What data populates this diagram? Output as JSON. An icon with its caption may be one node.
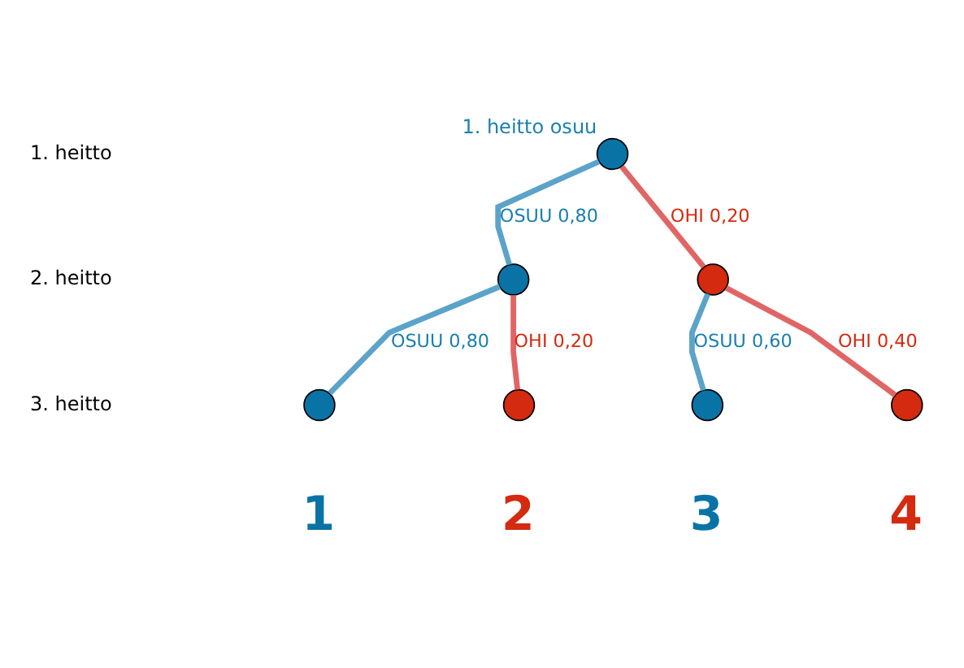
{
  "diagram": {
    "nodes": [
      {
        "text": [],
        "shape": "circle",
        "beside": [
          "1. heitto osuu"
        ]
      },
      {
        "text": [],
        "shape": "circle"
      },
      {
        "text": [],
        "shape": "circle"
      },
      {
        "text": [],
        "shape": "circle",
        "beside": [
          "1"
        ]
      },
      {
        "text": [],
        "shape": "circle",
        "beside": [
          "2"
        ]
      },
      {
        "text": [],
        "shape": "circle",
        "beside": [
          "3"
        ]
      },
      {
        "text": [],
        "shape": "circle",
        "beside": [
          "4"
        ]
      }
    ],
    "edges": [
      {
        "from": 0,
        "to": 1,
        "arrow": "none",
        "label": "OSUU 0,80",
        "color": "#5ba3c9"
      },
      {
        "from": 0,
        "to": 2,
        "arrow": "none",
        "label": "OHI 0,20",
        "color": "#e06666"
      },
      {
        "from": 1,
        "to": 3,
        "arrow": "none",
        "label": "OSUU 0,80",
        "color": "#5ba3c9"
      },
      {
        "from": 1,
        "to": 4,
        "arrow": "none",
        "label": "OHI 0,20",
        "color": "#e06666"
      },
      {
        "from": 2,
        "to": 5,
        "arrow": "none",
        "label": "OSUU 0,60",
        "color": "#5ba3c9"
      },
      {
        "from": 2,
        "to": 6,
        "arrow": "none",
        "label": "OHI 0,40",
        "color": "#e06666"
      }
    ],
    "labels": [
      "1. heitto",
      "2. heitto",
      "3. heitto"
    ]
  }
}
